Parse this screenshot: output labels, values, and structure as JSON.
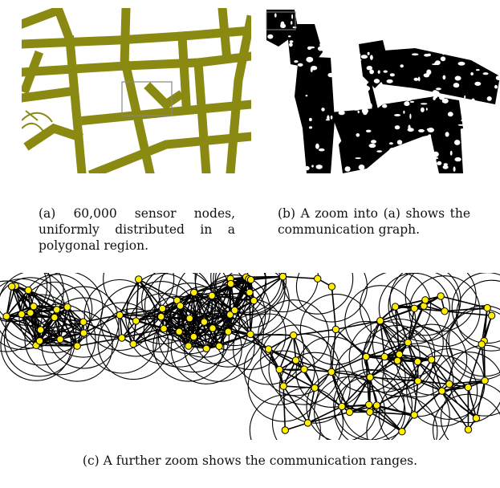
{
  "figure": {
    "panels": [
      {
        "id": "a",
        "caption": "(a) 60,000 sensor nodes, uniformly distributed in a polygonal region.",
        "road_color": "#8a8a12"
      },
      {
        "id": "b",
        "caption": "(b) A zoom into (a) shows the communication graph.",
        "graph_color": "#000000"
      },
      {
        "id": "c",
        "caption": "(c) A further zoom shows the communication ranges.",
        "node_color": "#ffee00"
      }
    ]
  }
}
